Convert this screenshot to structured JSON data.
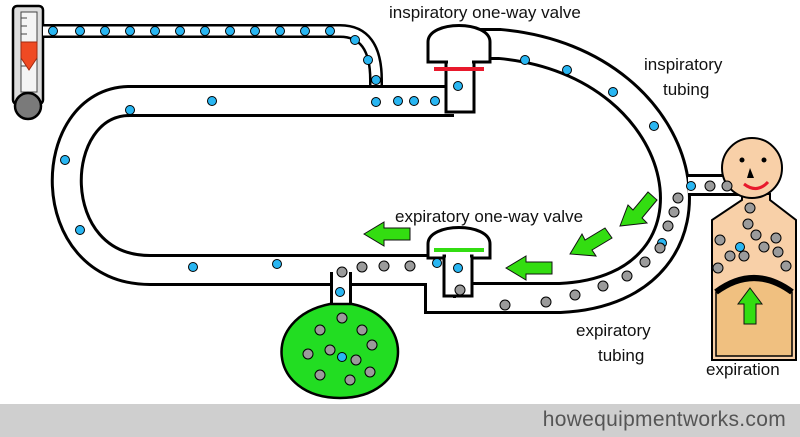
{
  "labels": {
    "inspiratory_valve": "inspiratory one-way valve",
    "inspiratory_tubing_line1": "inspiratory",
    "inspiratory_tubing_line2": "tubing",
    "expiratory_valve": "expiratory one-way valve",
    "expiratory_tubing_line1": "expiratory",
    "expiratory_tubing_line2": "tubing",
    "expiration": "expiration"
  },
  "footer": {
    "text": "howequipmentworks.com"
  },
  "colors": {
    "oxygen_dot": "#29b6f2",
    "co2_dot": "#9b9b9b",
    "bag": "#22dd22",
    "arrow": "#33dd11",
    "valve_closed": "#e8192c",
    "valve_open": "#33dd11",
    "patient_skin": "#f8d0a8",
    "patient_chest": "#f0c080",
    "flowmeter_float": "#ef4a23",
    "footer_bg": "#cfcfcf"
  },
  "icons": {
    "flow_arrow": "green-arrow-icon",
    "patient": "patient-icon",
    "flowmeter": "flowmeter-icon",
    "bag": "reservoir-bag-icon"
  }
}
